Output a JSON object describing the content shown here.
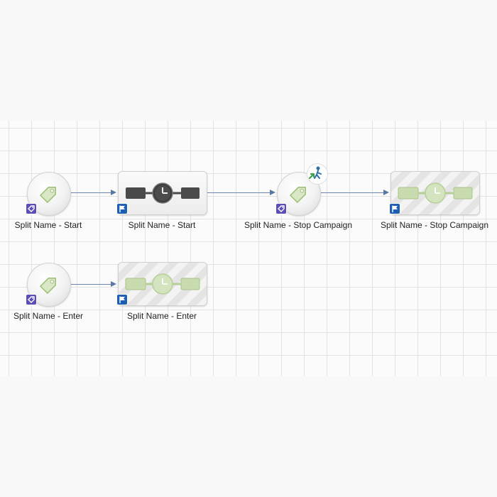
{
  "nodes": {
    "start_split": {
      "label": "Split Name - Start",
      "icon": "tag-icon",
      "badge": "tag-badge-icon"
    },
    "start_wait": {
      "label": "Split Name - Start",
      "icon": "wait-timer-icon",
      "badge": "flag-badge-icon"
    },
    "stop_split": {
      "label": "Split Name - Stop Campaign",
      "icon": "tag-icon",
      "badge": "tag-badge-icon",
      "extra_icon": "exit-person-icon"
    },
    "stop_wait": {
      "label": "Split Name - Stop Campaign",
      "icon": "wait-timer-icon",
      "badge": "flag-badge-icon"
    },
    "enter_split": {
      "label": "Split Name - Enter",
      "icon": "tag-icon",
      "badge": "tag-badge-icon"
    },
    "enter_wait": {
      "label": "Split Name - Enter",
      "icon": "wait-timer-icon",
      "badge": "flag-badge-icon"
    }
  },
  "colors": {
    "connector": "#5a78a3",
    "tag_badge": "#5b4fb6",
    "flag_badge": "#1c5fb4",
    "active_timer": "#4a4a4a",
    "inactive_timer": "#c9dcb0"
  }
}
